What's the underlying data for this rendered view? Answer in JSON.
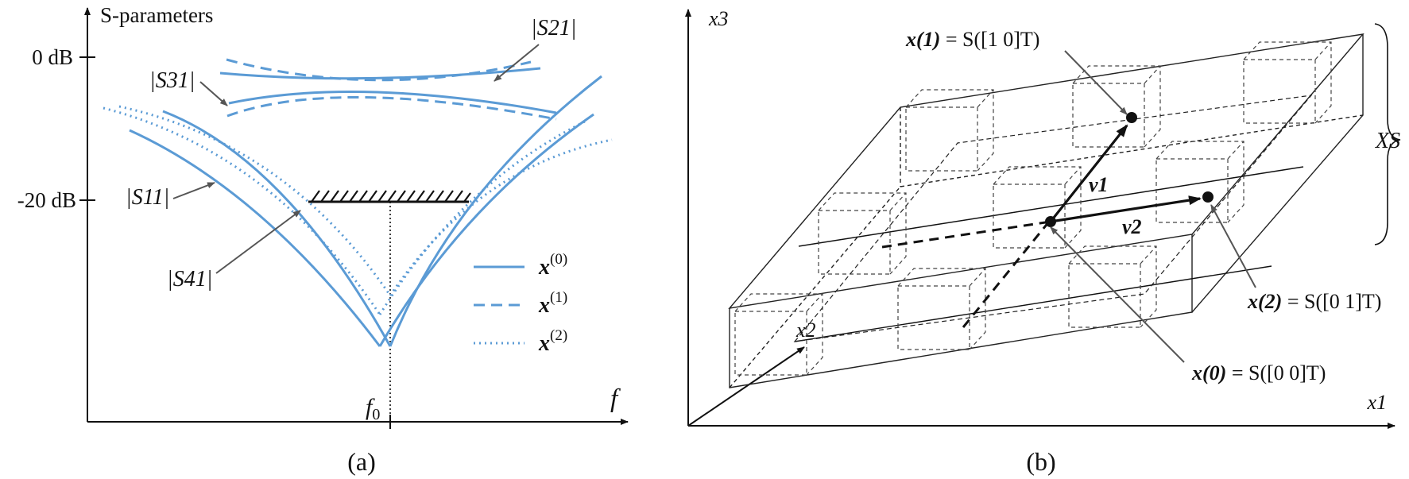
{
  "panel_a": {
    "caption": "(a)",
    "ylabel": "S-parameters",
    "xlabel": "f",
    "tick_0db": "0 dB",
    "tick_m20db": "-20 dB",
    "f0_base": "f",
    "f0_sub": "0",
    "s21_label": "|S21|",
    "s31_label": "|S31|",
    "s11_label": "|S11|",
    "s41_label": "|S41|",
    "legend": [
      {
        "label_base": "x",
        "label_sup": "(0)",
        "style": "solid"
      },
      {
        "label_base": "x",
        "label_sup": "(1)",
        "style": "dashed"
      },
      {
        "label_base": "x",
        "label_sup": "(2)",
        "style": "dotted"
      }
    ],
    "curve_color": "#5b9bd5"
  },
  "panel_b": {
    "caption": "(b)",
    "axis_x1": "x1",
    "axis_x2": "x2",
    "axis_x3": "x3",
    "xs_label": "XS",
    "v1_label": "v1",
    "v2_label": "v2",
    "point_x1_lhs": "x(1)",
    "point_x1_rhs": " = S([1 0]T)",
    "point_x2_lhs": "x(2)",
    "point_x2_rhs": " = S([0 1]T)",
    "point_x0_lhs": "x(0)",
    "point_x0_rhs": " = S([0 0]T)"
  }
}
